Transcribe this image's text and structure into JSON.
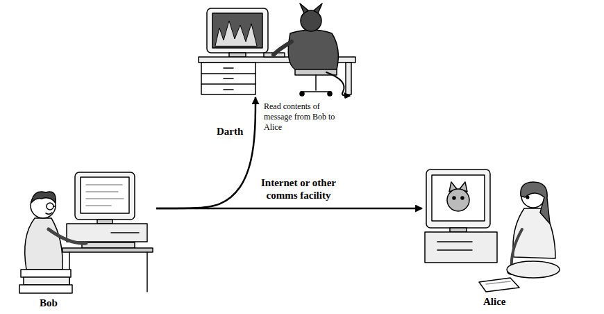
{
  "diagram": {
    "nodes": [
      {
        "text": [
          "Darth"
        ]
      },
      {
        "text": [
          "Bob"
        ]
      },
      {
        "text": [
          "Internet or other comms facility"
        ]
      },
      {
        "text": [
          "Alice"
        ]
      }
    ],
    "edges": [
      {
        "from": 1,
        "to": 3,
        "arrow": "to"
      },
      {
        "from": 1,
        "to": 0,
        "arrow": "to",
        "label": "Read contents of message from Bob to Alice"
      }
    ]
  }
}
